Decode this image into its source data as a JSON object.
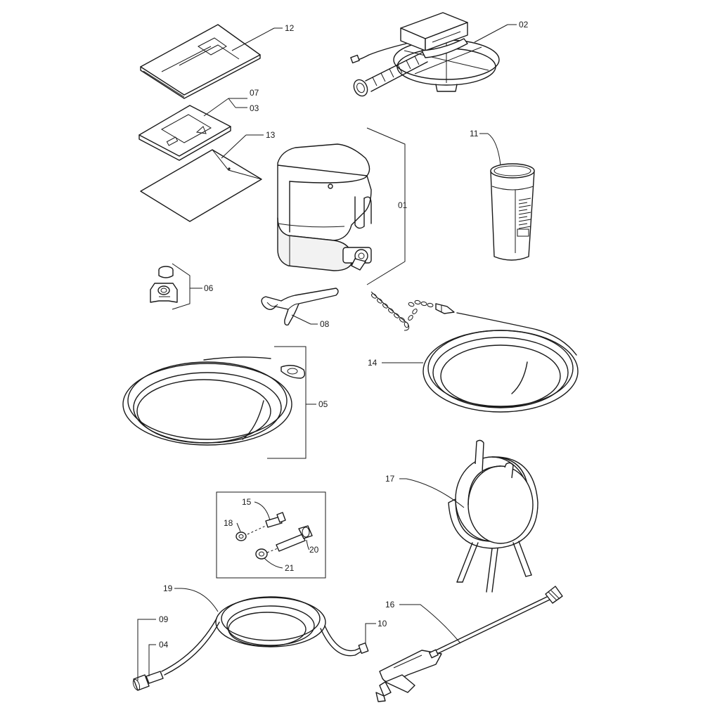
{
  "labels": {
    "p01": "01",
    "p02": "02",
    "p03": "03",
    "p04": "04",
    "p05": "05",
    "p06": "06",
    "p07": "07",
    "p08": "08",
    "p09": "09",
    "p10": "10",
    "p11": "11",
    "p12": "12",
    "p13": "13",
    "p14": "14",
    "p15": "15",
    "p16": "16",
    "p17": "17",
    "p18": "18",
    "p19": "19",
    "p20": "20",
    "p21": "21"
  }
}
